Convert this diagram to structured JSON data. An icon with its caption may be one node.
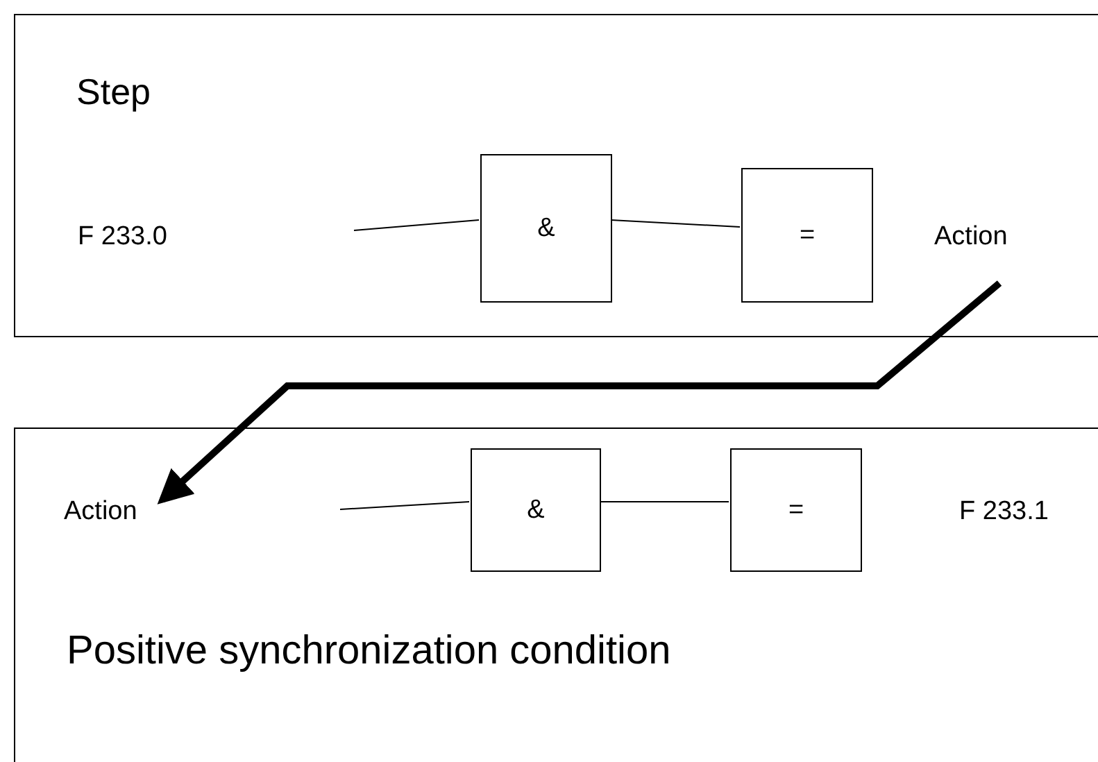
{
  "diagram": {
    "nodes": [
      {
        "text": [
          "Step"
        ]
      },
      {
        "text": [
          "F 233.0"
        ],
        "in": 0
      },
      {
        "text": [
          "&"
        ],
        "in": 0
      },
      {
        "text": [
          "="
        ],
        "in": 0
      },
      {
        "text": [
          "Action"
        ],
        "in": 0
      },
      {
        "text": [
          "Positive synchronization condition"
        ]
      },
      {
        "text": [
          "Action"
        ],
        "in": 5
      },
      {
        "text": [
          "&"
        ],
        "in": 5
      },
      {
        "text": [
          "="
        ],
        "in": 5
      },
      {
        "text": [
          "F 233.1"
        ],
        "in": 5
      }
    ],
    "edges": [
      {
        "from": null,
        "to": 2,
        "arrow": "none"
      },
      {
        "from": 2,
        "to": 3,
        "arrow": "none"
      },
      {
        "from": 4,
        "to": 6,
        "arrow": "to",
        "style": "thick"
      },
      {
        "from": null,
        "to": 7,
        "arrow": "none"
      },
      {
        "from": 7,
        "to": 8,
        "arrow": "none"
      }
    ]
  }
}
